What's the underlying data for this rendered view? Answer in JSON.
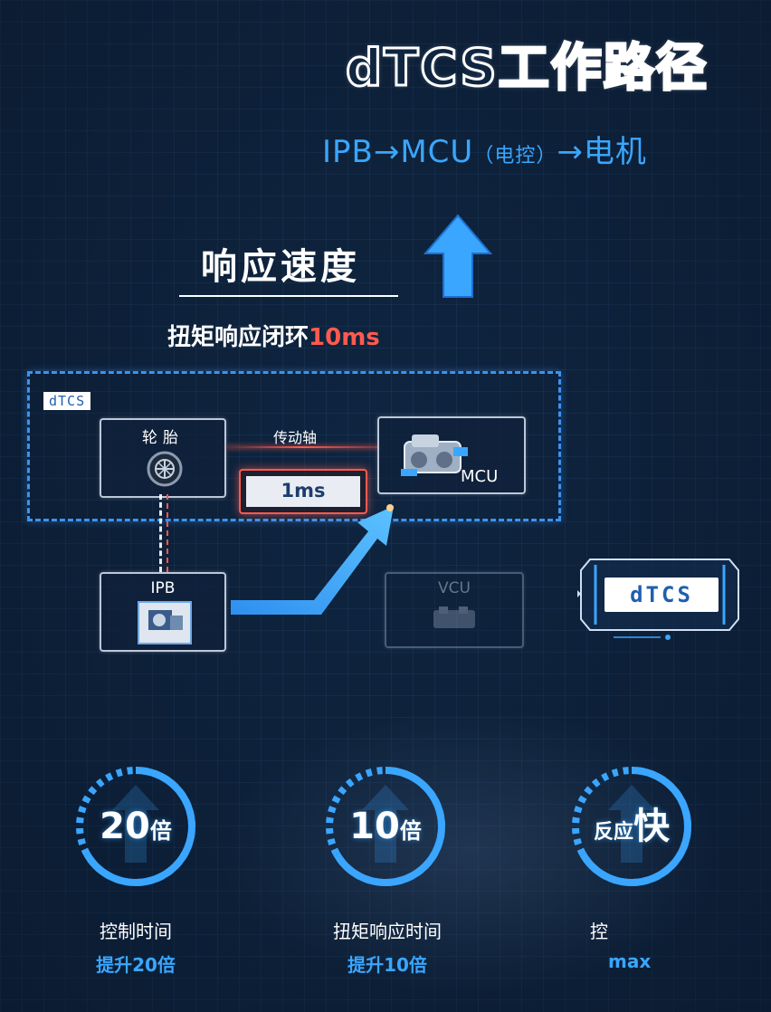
{
  "header": {
    "title": "dTCS工作路径",
    "path_a": "IPB→MCU",
    "path_b": "（电控）",
    "path_c": "→电机"
  },
  "response": {
    "heading": "响应速度",
    "loop_label": "扭矩响应闭环",
    "loop_value": "10ms"
  },
  "diagram": {
    "region_tag": "dTCS",
    "tire_label": "轮胎",
    "shaft_label": "传动轴",
    "mcu_label": "MCU",
    "ms_label": "1ms",
    "ipb_label": "IPB",
    "vcu_label": "VCU",
    "panel_label": "dTCS"
  },
  "stats": [
    {
      "value": "20",
      "unit": "倍",
      "desc": "控制时间",
      "sub": "提升20倍"
    },
    {
      "value": "10",
      "unit": "倍",
      "desc": "扭矩响应时间",
      "sub": "提升10倍"
    },
    {
      "prefix": "反应",
      "value": "快",
      "desc": "控",
      "sub": "max"
    }
  ],
  "colors": {
    "background": "#0f2540",
    "accent_blue": "#3aa6ff",
    "accent_red": "#ff5a4e"
  }
}
